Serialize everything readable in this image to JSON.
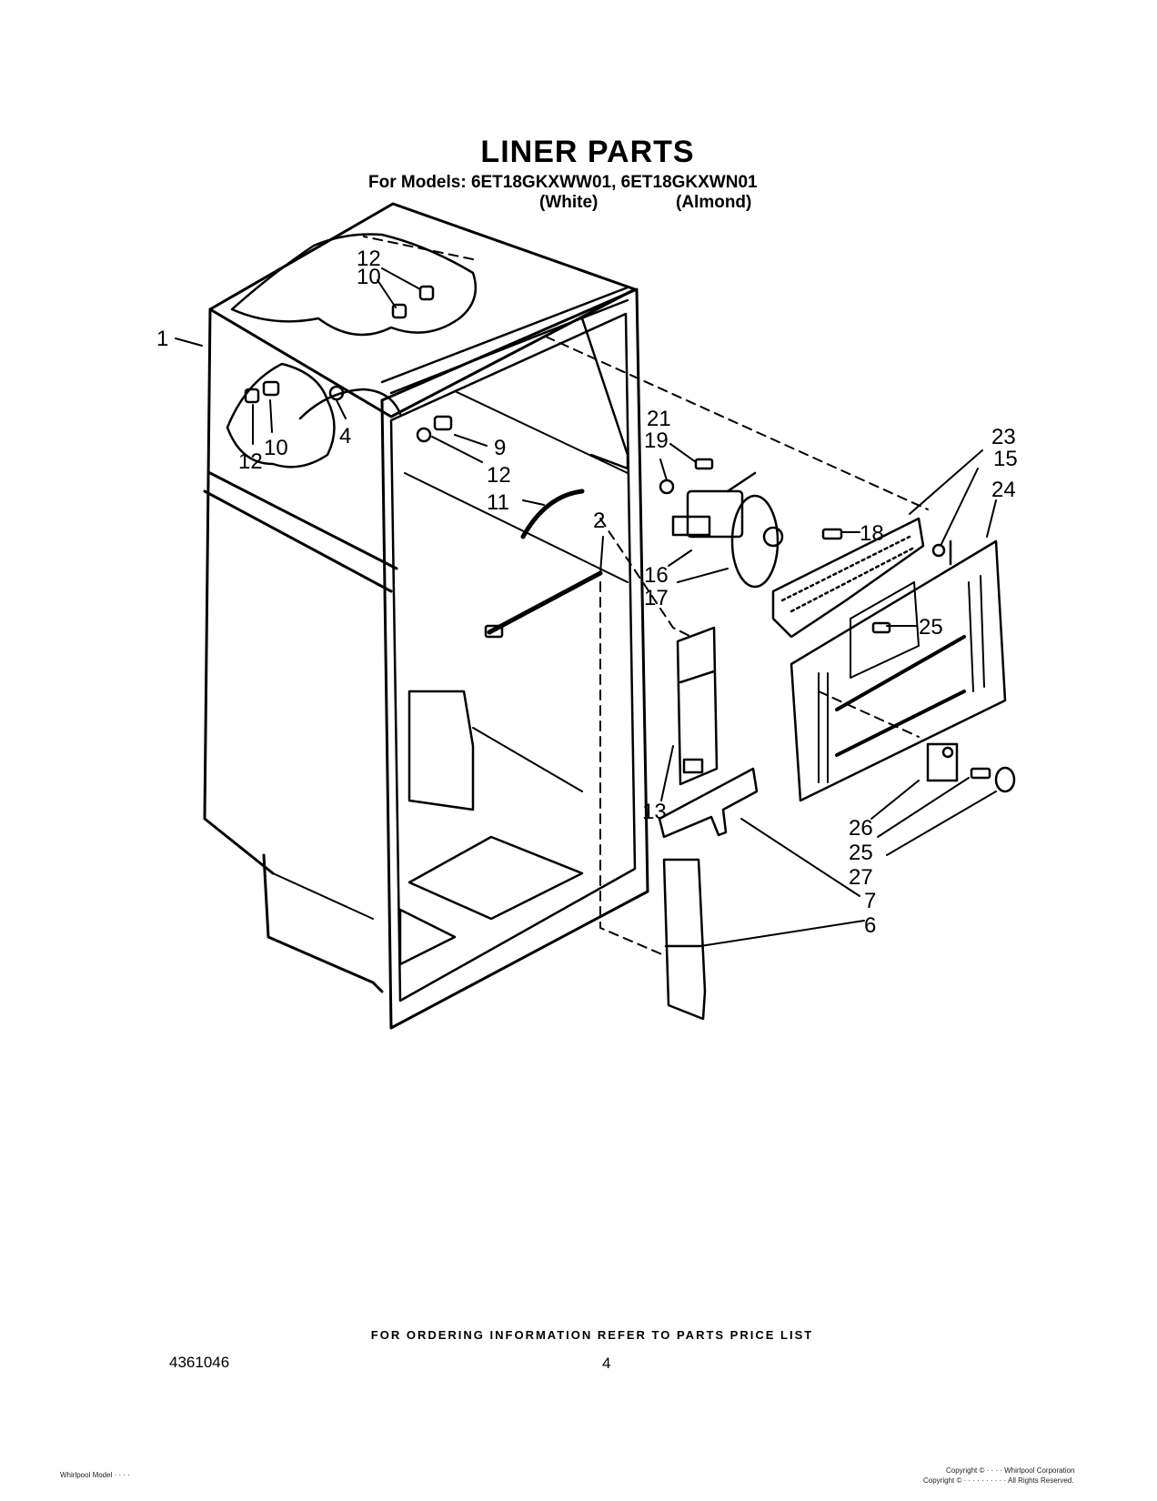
{
  "header": {
    "title": "LINER PARTS",
    "models_line": "For Models: 6ET18GKXWW01, 6ET18GKXWN01",
    "variant_white": "(White)",
    "variant_almond": "(Almond)"
  },
  "diagram": {
    "callouts": [
      "1",
      "12",
      "10",
      "12",
      "10",
      "4",
      "9",
      "12",
      "11",
      "2",
      "21",
      "19",
      "16",
      "17",
      "18",
      "23",
      "15",
      "24",
      "25",
      "13",
      "26",
      "25",
      "27",
      "7",
      "6"
    ]
  },
  "footer": {
    "ordering_note": "FOR ORDERING INFORMATION REFER TO PARTS PRICE LIST",
    "doc_number": "4361046",
    "page_number": "4",
    "left_small": "Whirlpool Model · · · ·",
    "right_small_1": "Copyright © · · · · Whirlpool Corporation",
    "right_small_2": "Copyright © · · · · · · · · · · All Rights Reserved."
  }
}
